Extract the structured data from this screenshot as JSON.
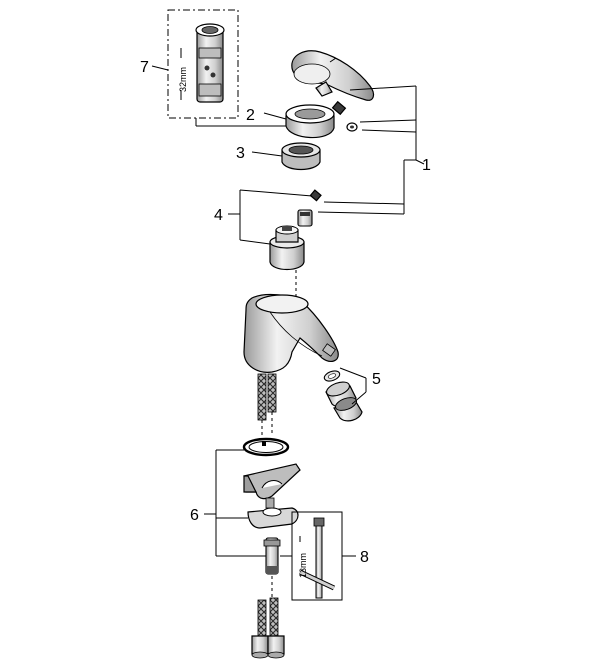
{
  "diagram": {
    "callouts": {
      "c1": "1",
      "c2": "2",
      "c3": "3",
      "c4": "4",
      "c5": "5",
      "c6": "6",
      "c7": "7",
      "c8": "8"
    },
    "dimensions": {
      "tool_width": "32mm",
      "key_width": "13mm"
    }
  }
}
